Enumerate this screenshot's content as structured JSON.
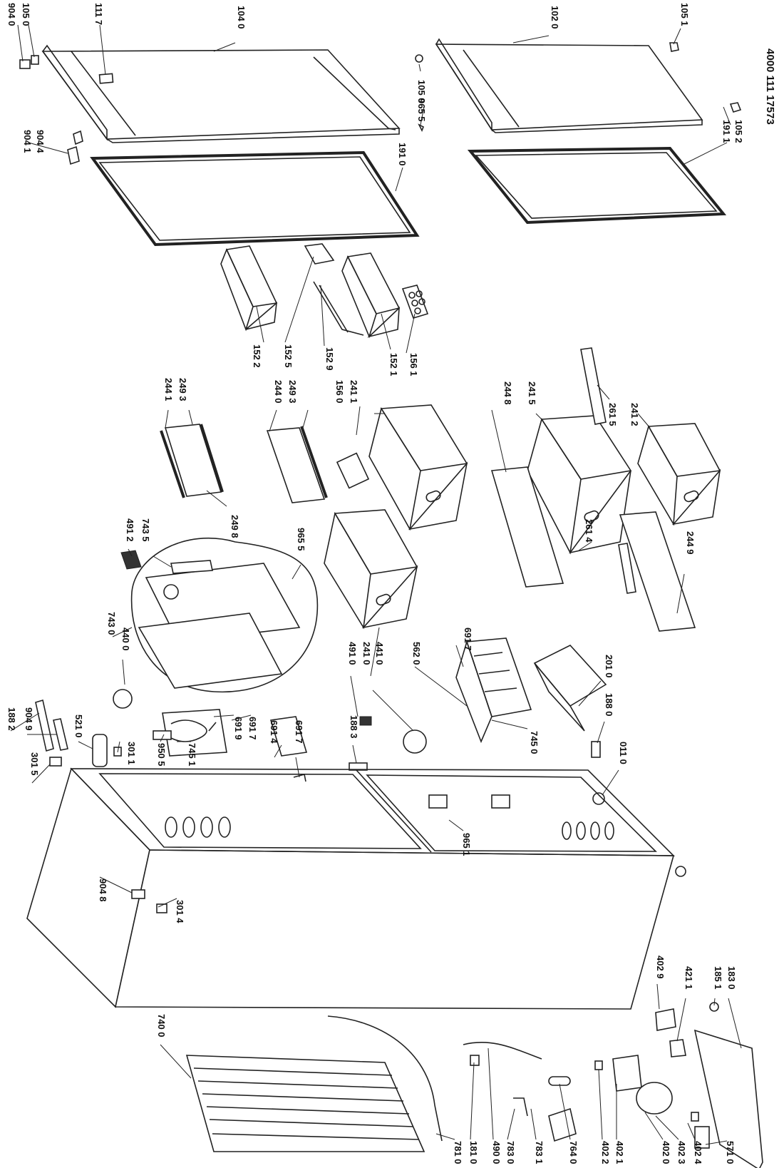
{
  "document_number": "4000 111 17573",
  "labels": [
    {
      "id": "904_0a",
      "text": "904 0"
    },
    {
      "id": "105_0a",
      "text": "105 0"
    },
    {
      "id": "111_7",
      "text": "111 7"
    },
    {
      "id": "104_0",
      "text": "104 0"
    },
    {
      "id": "102_0",
      "text": "102 0"
    },
    {
      "id": "105_1",
      "text": "105 1"
    },
    {
      "id": "105_0b",
      "text": "105 0"
    },
    {
      "id": "965_5a",
      "text": "965 5"
    },
    {
      "id": "191_1",
      "text": "191 1"
    },
    {
      "id": "105_2",
      "text": "105 2"
    },
    {
      "id": "904_1",
      "text": "904 1"
    },
    {
      "id": "904_4",
      "text": "904 4"
    },
    {
      "id": "191_0",
      "text": "191 0"
    },
    {
      "id": "152_2",
      "text": "152 2"
    },
    {
      "id": "152_5",
      "text": "152 5"
    },
    {
      "id": "152_9",
      "text": "152 9"
    },
    {
      "id": "152_1",
      "text": "152 1"
    },
    {
      "id": "156_1",
      "text": "156 1"
    },
    {
      "id": "244_1",
      "text": "244 1"
    },
    {
      "id": "249_3a",
      "text": "249 3"
    },
    {
      "id": "244_0",
      "text": "244 0"
    },
    {
      "id": "249_3b",
      "text": "249 3"
    },
    {
      "id": "156_0",
      "text": "156 0"
    },
    {
      "id": "241_1",
      "text": "241 1"
    },
    {
      "id": "244_8",
      "text": "244 8"
    },
    {
      "id": "241_5",
      "text": "241 5"
    },
    {
      "id": "261_5",
      "text": "261 5"
    },
    {
      "id": "241_2",
      "text": "241 2"
    },
    {
      "id": "249_8",
      "text": "249 8"
    },
    {
      "id": "491_2",
      "text": "491 2"
    },
    {
      "id": "743_5",
      "text": "743 5"
    },
    {
      "id": "965_5b",
      "text": "965 5"
    },
    {
      "id": "261_4",
      "text": "261 4"
    },
    {
      "id": "244_9",
      "text": "244 9"
    },
    {
      "id": "743_0",
      "text": "743 0"
    },
    {
      "id": "440_0",
      "text": "440 0"
    },
    {
      "id": "491_0",
      "text": "491 0"
    },
    {
      "id": "241_0",
      "text": "241 0"
    },
    {
      "id": "441_0",
      "text": "441 0"
    },
    {
      "id": "562_0",
      "text": "562 0"
    },
    {
      "id": "691_7a",
      "text": "691 7"
    },
    {
      "id": "745_0",
      "text": "745 0"
    },
    {
      "id": "201_0",
      "text": "201 0"
    },
    {
      "id": "188_2",
      "text": "188 2"
    },
    {
      "id": "904_9",
      "text": "904 9"
    },
    {
      "id": "521_0",
      "text": "521 0"
    },
    {
      "id": "301_1",
      "text": "301 1"
    },
    {
      "id": "950_5",
      "text": "950 5"
    },
    {
      "id": "745_1",
      "text": "745 1"
    },
    {
      "id": "691_9",
      "text": "691 9"
    },
    {
      "id": "691_7b",
      "text": "691 7"
    },
    {
      "id": "691_4",
      "text": "691 4"
    },
    {
      "id": "691_7c",
      "text": "691 7"
    },
    {
      "id": "188_3",
      "text": "188 3"
    },
    {
      "id": "188_0",
      "text": "188 0"
    },
    {
      "id": "011_0",
      "text": "011 0"
    },
    {
      "id": "301_5",
      "text": "301 5"
    },
    {
      "id": "965_1",
      "text": "965 1"
    },
    {
      "id": "904_8",
      "text": "904 8"
    },
    {
      "id": "301_4",
      "text": "301 4"
    },
    {
      "id": "402_9",
      "text": "402 9"
    },
    {
      "id": "421_1",
      "text": "421 1"
    },
    {
      "id": "185_1",
      "text": "185 1"
    },
    {
      "id": "183_0",
      "text": "183 0"
    },
    {
      "id": "740_0",
      "text": "740 0"
    },
    {
      "id": "781_0",
      "text": "781 0"
    },
    {
      "id": "181_0",
      "text": "181 0"
    },
    {
      "id": "490_0",
      "text": "490 0"
    },
    {
      "id": "783_0",
      "text": "783 0"
    },
    {
      "id": "783_1",
      "text": "783 1"
    },
    {
      "id": "764_0",
      "text": "764 0"
    },
    {
      "id": "402_2",
      "text": "402 2"
    },
    {
      "id": "402_1",
      "text": "402 1"
    },
    {
      "id": "402_0",
      "text": "402 0"
    },
    {
      "id": "402_3",
      "text": "402 3"
    },
    {
      "id": "402_4",
      "text": "402 4"
    },
    {
      "id": "571_0",
      "text": "571 0"
    }
  ]
}
